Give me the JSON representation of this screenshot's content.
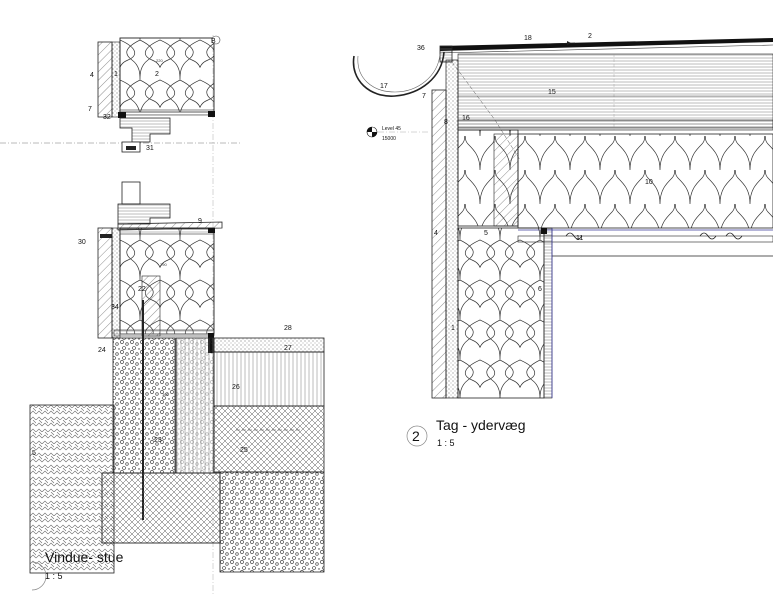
{
  "views": [
    {
      "title": "Vindue- stue",
      "scale": "1 : 5",
      "labels": [
        "B",
        "2",
        "4",
        "1",
        "7",
        "32",
        "31",
        "9",
        "30",
        "22",
        "34",
        "24",
        "28",
        "27",
        "26",
        "23",
        "25",
        "5"
      ],
      "small_texts": [
        "220",
        "290",
        "100"
      ]
    },
    {
      "number": "2",
      "title": "Tag - ydervæg",
      "scale": "1 : 5",
      "labels": [
        "18",
        "2",
        "36",
        "17",
        "7",
        "15",
        "16",
        "8",
        "10",
        "5",
        "11",
        "6",
        "4",
        "1"
      ],
      "level": {
        "name": "Level 45",
        "elevation": "15000"
      }
    }
  ]
}
